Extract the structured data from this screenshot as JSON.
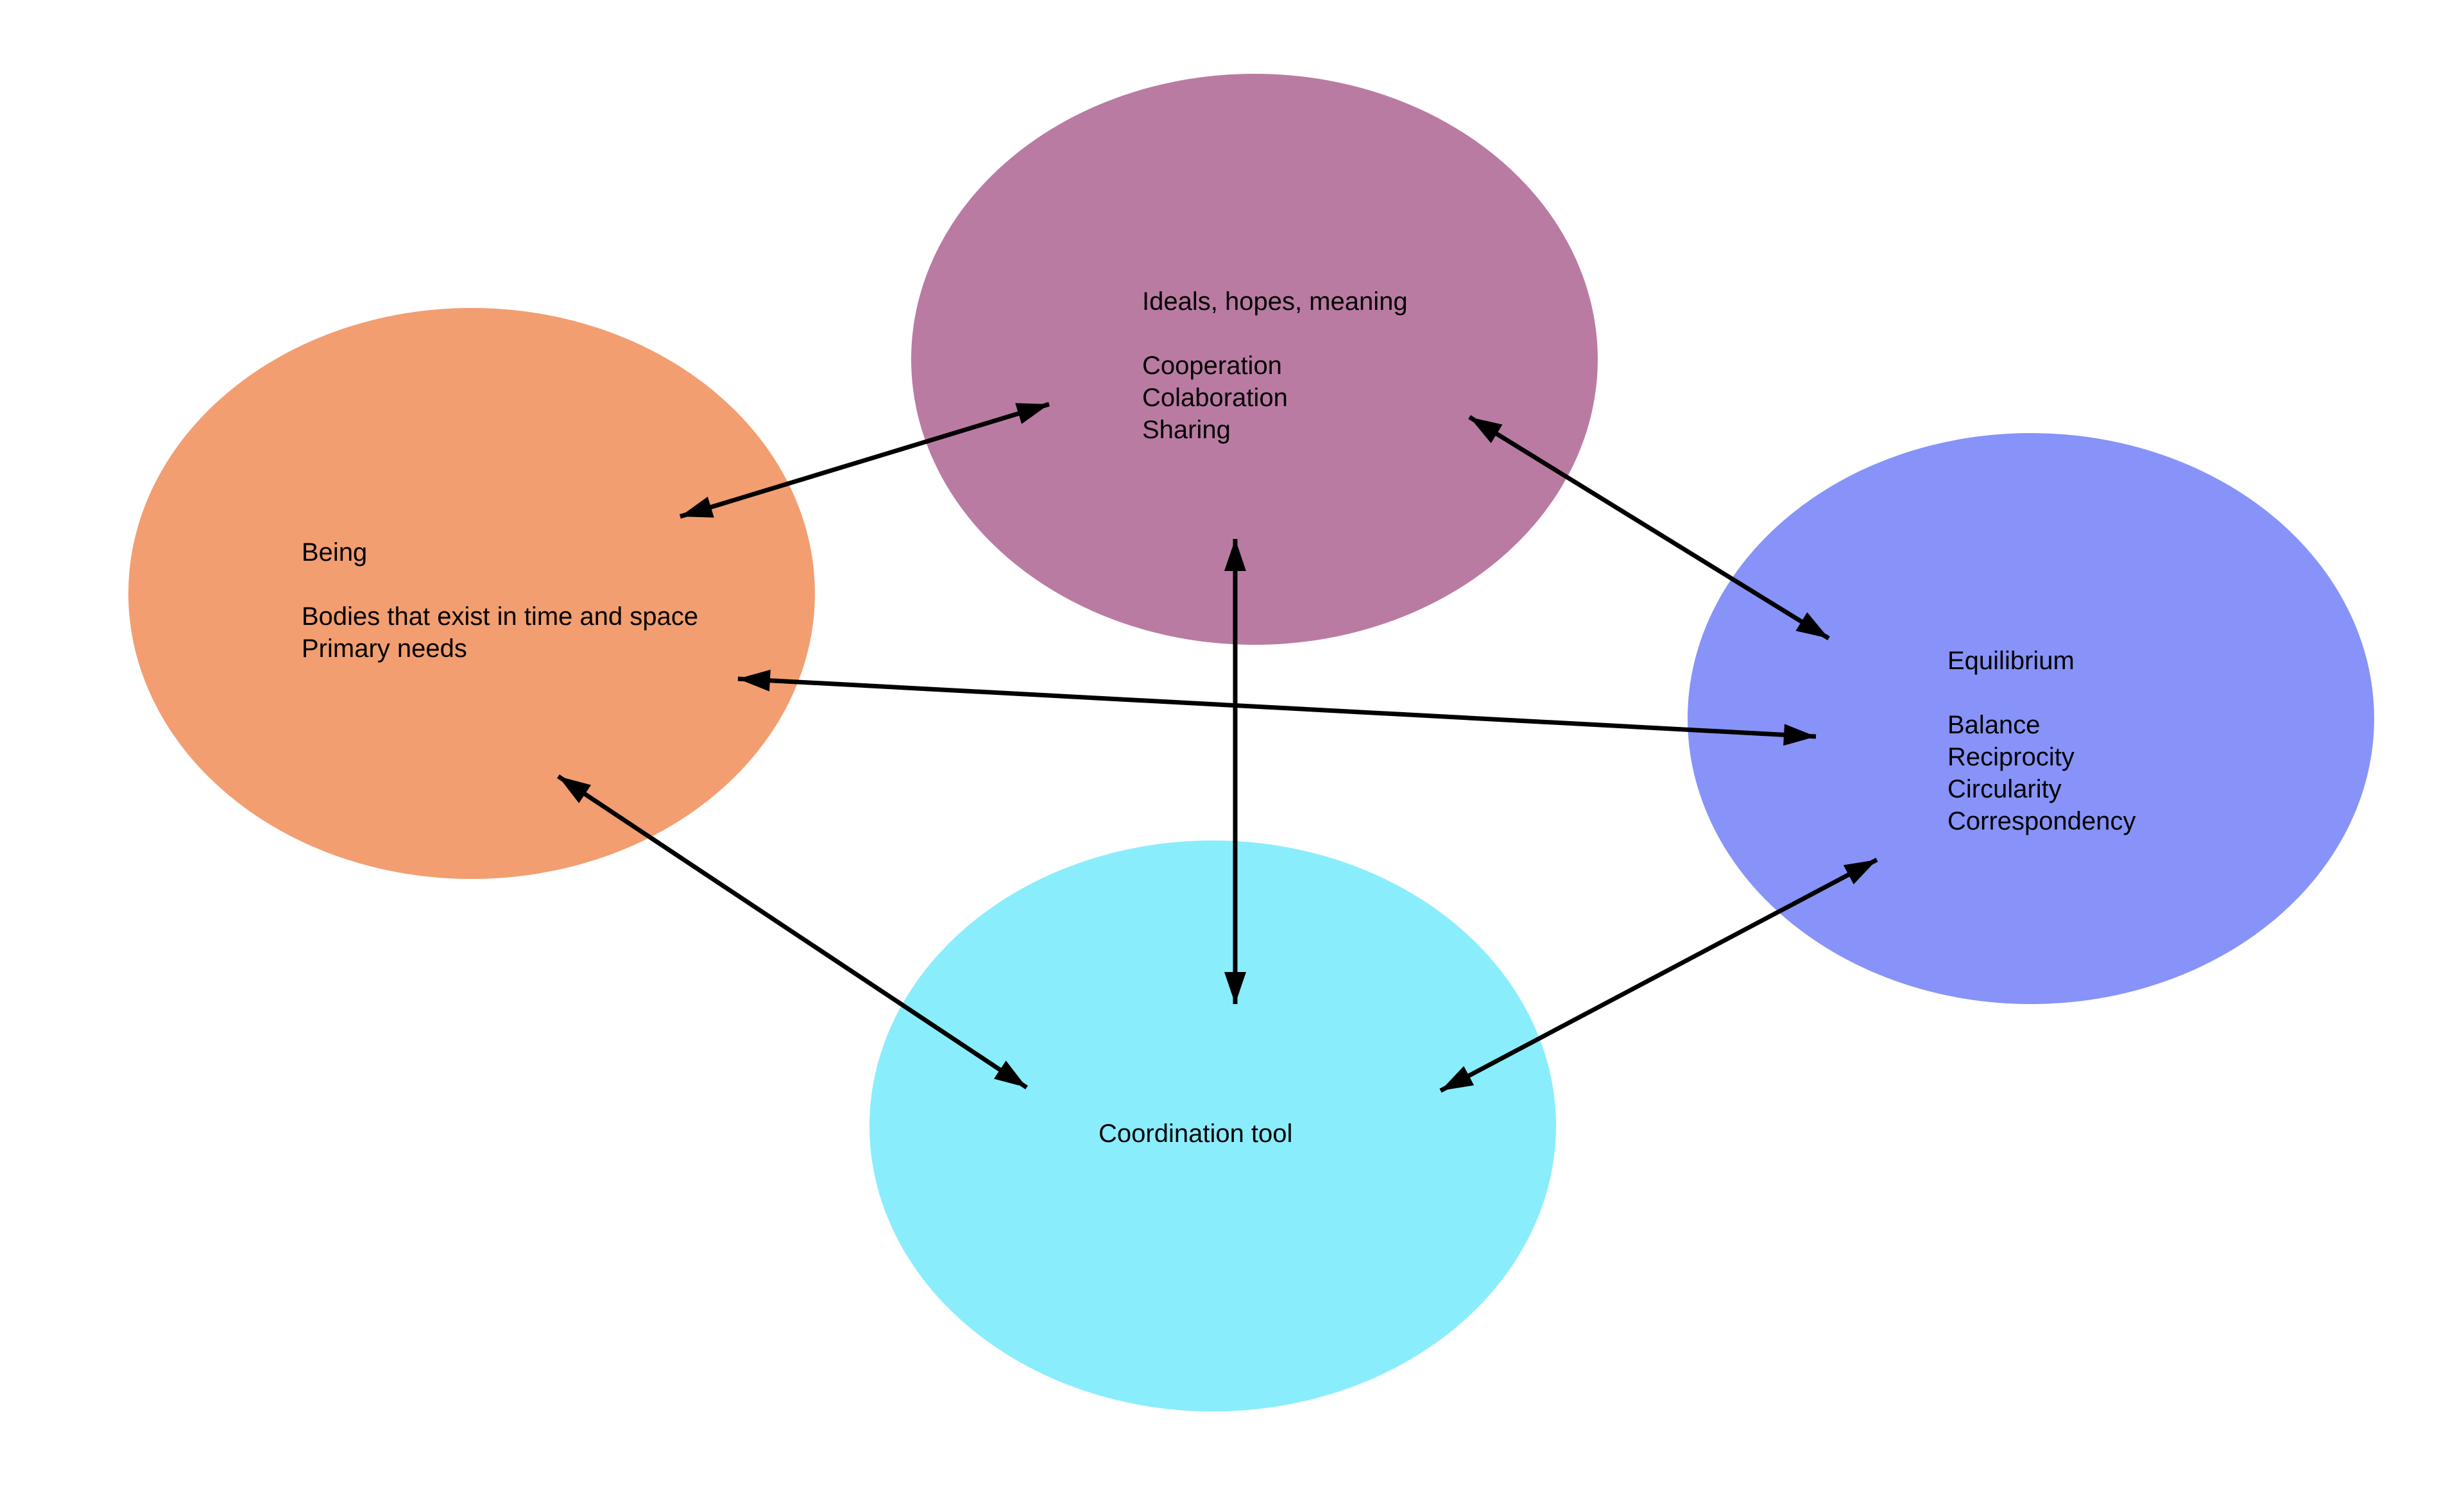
{
  "diagram": {
    "nodes": [
      {
        "id": "ideals",
        "color": "#ba7ba2",
        "title": "Ideals, hopes, meaning",
        "items": [
          "Cooperation",
          "Colaboration",
          "Sharing"
        ]
      },
      {
        "id": "being",
        "color": "#f29e71",
        "title": "Being",
        "items": [
          "Bodies that exist in time and space",
          "Primary needs"
        ]
      },
      {
        "id": "equilibrium",
        "color": "#8793f8",
        "title": "Equilibrium",
        "items": [
          "Balance",
          "Reciprocity",
          "Circularity",
          "Correspondency"
        ]
      },
      {
        "id": "coordination",
        "color": "#8aedfc",
        "title": "Coordination tool",
        "items": []
      }
    ],
    "edges": [
      {
        "from": "being",
        "to": "ideals",
        "direction": "both"
      },
      {
        "from": "ideals",
        "to": "equilibrium",
        "direction": "both"
      },
      {
        "from": "being",
        "to": "equilibrium",
        "direction": "both"
      },
      {
        "from": "ideals",
        "to": "coordination",
        "direction": "both"
      },
      {
        "from": "being",
        "to": "coordination",
        "direction": "both"
      },
      {
        "from": "equilibrium",
        "to": "coordination",
        "direction": "both"
      }
    ]
  }
}
